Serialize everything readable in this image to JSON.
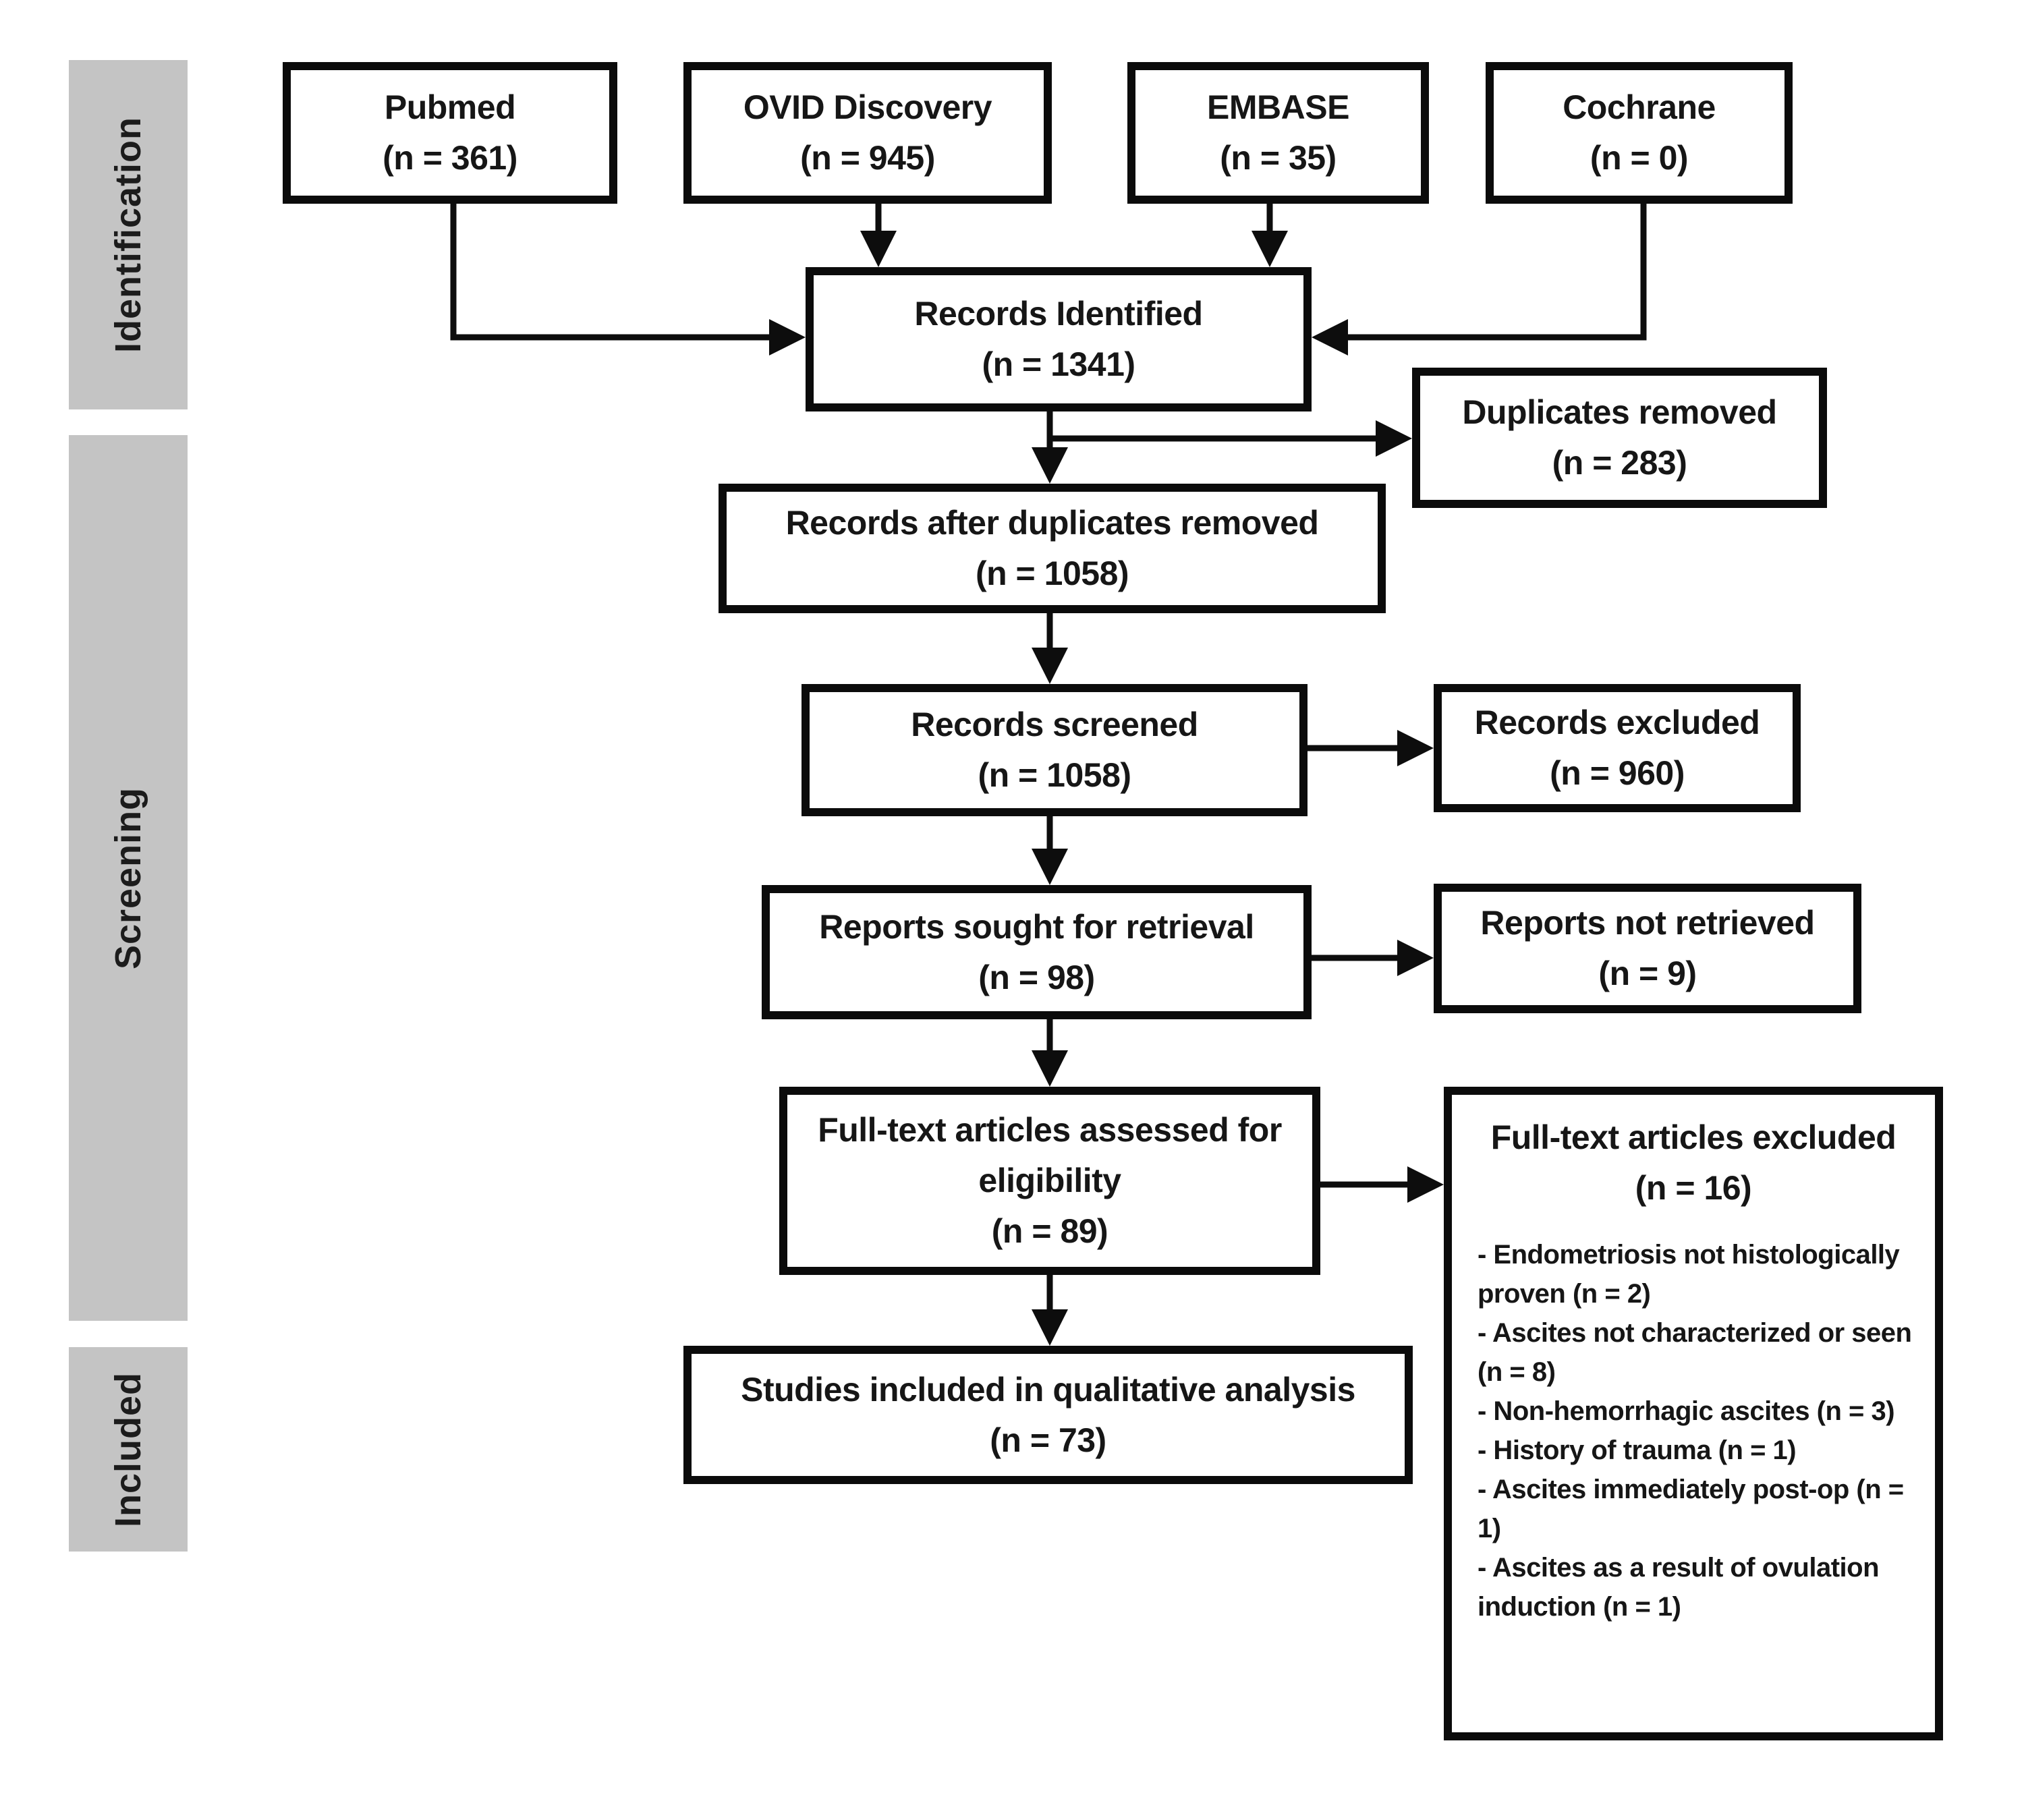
{
  "sidebar": {
    "items": [
      {
        "label": "Identification"
      },
      {
        "label": "Screening"
      },
      {
        "label": "Included"
      }
    ]
  },
  "sources": [
    {
      "label": "Pubmed",
      "count": "(n = 361)"
    },
    {
      "label": "OVID Discovery",
      "count": "(n = 945)"
    },
    {
      "label": "EMBASE",
      "count": "(n = 35)"
    },
    {
      "label": "Cochrane",
      "count": "(n = 0)"
    }
  ],
  "nodes": {
    "records_identified": {
      "label": "Records Identified",
      "count": "(n = 1341)"
    },
    "duplicates_removed": {
      "label": "Duplicates removed",
      "count": "(n = 283)"
    },
    "records_after_dup": {
      "label": "Records after duplicates removed",
      "count": "(n = 1058)"
    },
    "records_screened": {
      "label": "Records screened",
      "count": "(n = 1058)"
    },
    "records_excluded": {
      "label": "Records excluded",
      "count": "(n = 960)"
    },
    "reports_sought": {
      "label": "Reports sought for retrieval",
      "count": "(n = 98)"
    },
    "reports_not_retrieved": {
      "label": "Reports not retrieved",
      "count": "(n = 9)"
    },
    "fulltext_assessed": {
      "label": "Full-text articles assessed for eligibility",
      "count": "(n = 89)"
    },
    "fulltext_excluded": {
      "label": "Full-text articles excluded",
      "count": "(n = 16)",
      "reasons": [
        "- Endometriosis not histologically proven (n = 2)",
        "- Ascites not characterized or seen (n = 8)",
        "- Non-hemorrhagic ascites (n = 3)",
        "- History of trauma (n = 1)",
        "- Ascites immediately post-op (n = 1)",
        "- Ascites as a result of ovulation induction (n = 1)"
      ]
    },
    "studies_included": {
      "label": "Studies included in qualitative analysis",
      "count": "(n = 73)"
    }
  },
  "colors": {
    "background": "#ffffff",
    "box_border": "#0b0b0b",
    "sidebar_bg": "#c4c4c4",
    "text": "#161616",
    "connector": "#0d0d0d"
  }
}
